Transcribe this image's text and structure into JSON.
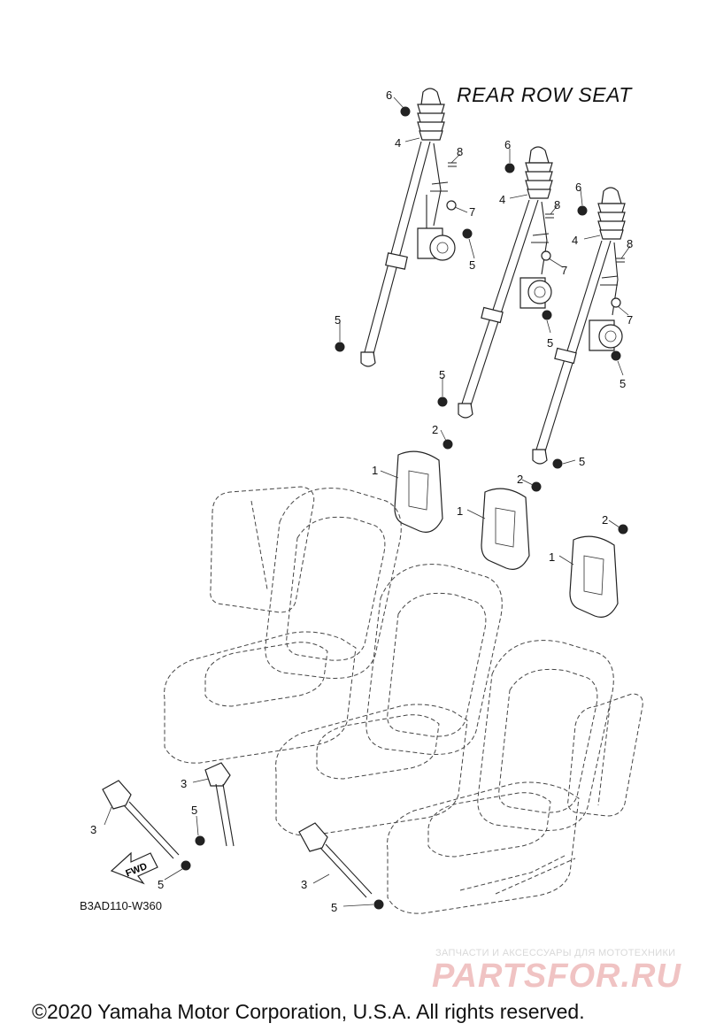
{
  "diagram": {
    "title": "REAR ROW SEAT",
    "drawing_code": "B3AD110-W360",
    "copyright": "©2020 Yamaha Motor Corporation, U.S.A. All rights reserved.",
    "fwd_label": "FWD"
  },
  "watermark": {
    "tagline": "ЗАПЧАСТИ И АКСЕССУАРЫ ДЛЯ МОТОТЕХНИКИ",
    "logo": "PARTSFOR.RU"
  },
  "callouts": [
    "1",
    "1",
    "1",
    "2",
    "2",
    "2",
    "3",
    "3",
    "3",
    "4",
    "4",
    "4",
    "5",
    "5",
    "5",
    "5",
    "5",
    "5",
    "5",
    "5",
    "5",
    "6",
    "6",
    "6",
    "7",
    "7",
    "7",
    "8",
    "8",
    "8"
  ]
}
